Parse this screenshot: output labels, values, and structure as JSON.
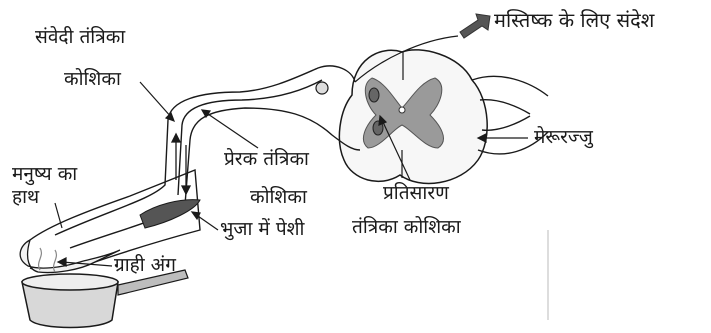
{
  "labels": {
    "sensory_neuron_line1": "संवेदी तंत्रिका",
    "sensory_neuron_line2": "कोशिका",
    "brain_message": "मस्तिष्क के लिए संदेश",
    "spinal_cord": "मेरूरज्जु",
    "human_hand_line1": "मनुष्य का",
    "human_hand_line2": "हाथ",
    "motor_neuron_line1": "प्रेरक तंत्रिका",
    "motor_neuron_line2": "कोशिका",
    "relay_neuron_line1": "प्रतिसारण",
    "relay_neuron_line2": "तंत्रिका कोशिका",
    "arm_muscle": "भुजा में पेशी",
    "receptor": "ग्राही अंग"
  },
  "colors": {
    "line": "#1a1a1a",
    "grey_matter": "#9a9a9a",
    "nerve_fill": "#e6e6e6",
    "arrow_fill": "#555555"
  }
}
